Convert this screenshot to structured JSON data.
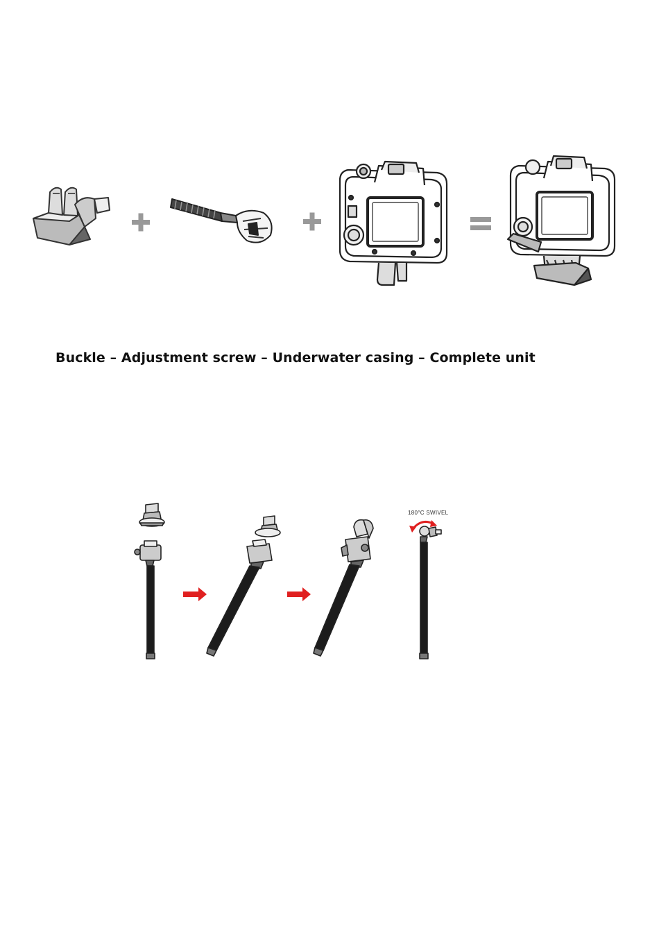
{
  "assembly_figure": {
    "parts": [
      "buckle",
      "adjustment-screw",
      "underwater-casing",
      "complete-unit"
    ],
    "operators": [
      "+",
      "+",
      "="
    ],
    "operator_color": "#999999"
  },
  "caption": "Buckle – Adjustment screw – Underwater casing – Complete unit",
  "steps_figure": {
    "swivel_label": "180°C SWIVEL",
    "arrow_color": "#e02020"
  }
}
